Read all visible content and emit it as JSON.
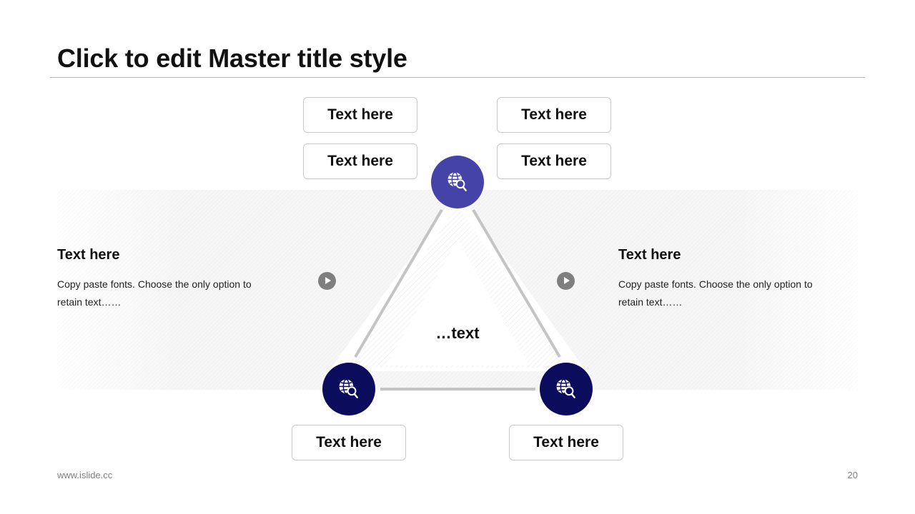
{
  "title": "Click to edit Master title style",
  "boxes": {
    "top_left_1": "Text here",
    "top_left_2": "Text here",
    "top_right_1": "Text here",
    "top_right_2": "Text here",
    "bottom_left": "Text here",
    "bottom_right": "Text here"
  },
  "left_panel": {
    "heading": "Text here",
    "body": "Copy paste fonts. Choose the only option to retain text……"
  },
  "right_panel": {
    "heading": "Text here",
    "body": "Copy paste fonts. Choose the only option to retain text……"
  },
  "center_text": "…text",
  "nodes": [
    {
      "name": "top",
      "icon": "globe-search-icon",
      "color": "#4542a8"
    },
    {
      "name": "bottom-left",
      "icon": "globe-search-icon",
      "color": "#0b0c5c"
    },
    {
      "name": "bottom-right",
      "icon": "globe-search-icon",
      "color": "#0b0c5c"
    }
  ],
  "colors": {
    "accent_light": "#4542a8",
    "accent_dark": "#0b0c5c",
    "play": "#7f7f7f"
  },
  "footer": {
    "website": "www.islide.cc",
    "page_number": "20"
  }
}
